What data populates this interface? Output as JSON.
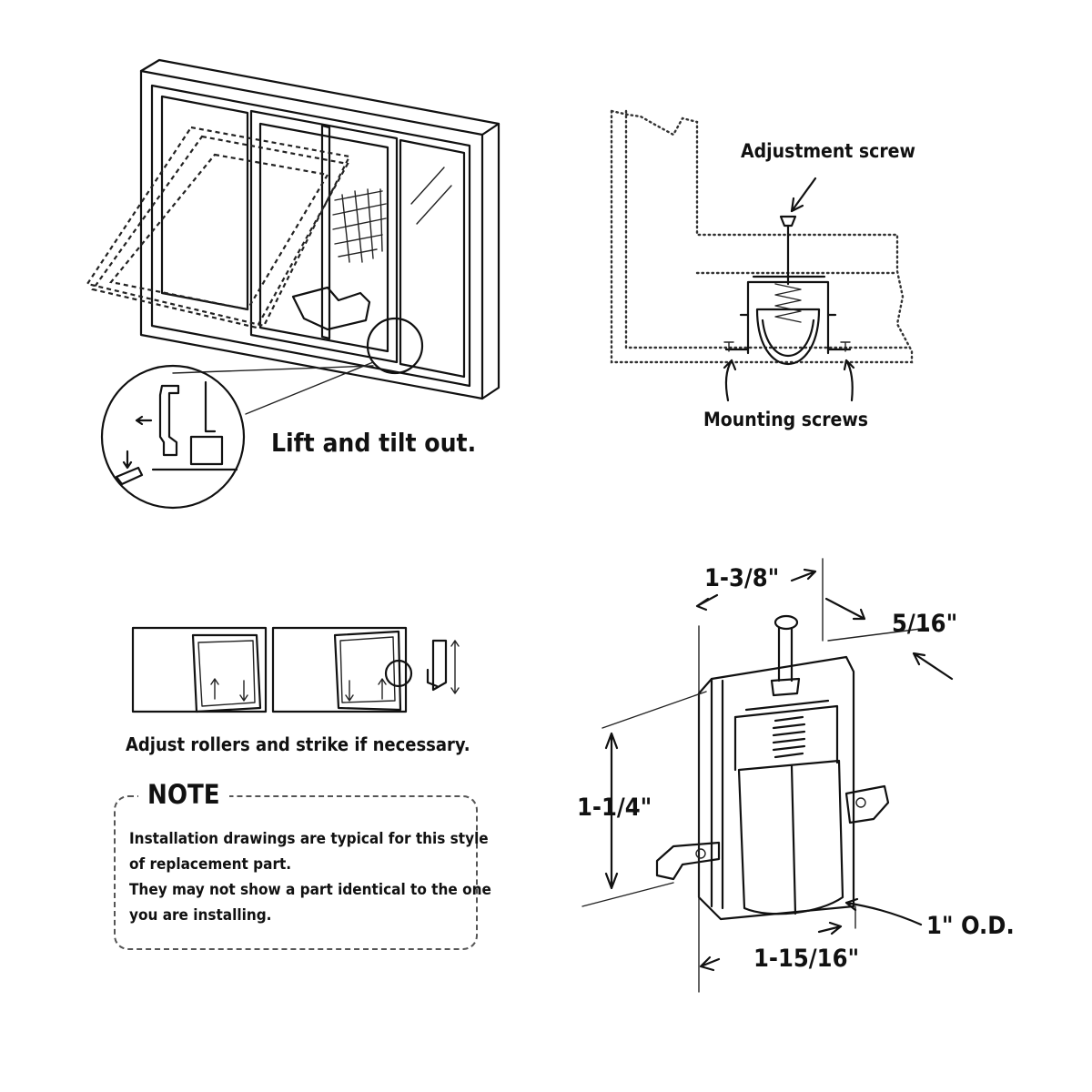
{
  "panels": {
    "window": {
      "caption": "Lift and tilt out."
    },
    "roller_install": {
      "adjustment_label": "Adjustment screw",
      "mounting_label": "Mounting screws"
    },
    "adjust": {
      "caption": "Adjust rollers and strike if necessary."
    },
    "note": {
      "title": "NOTE",
      "line1": "Installation drawings are typical for this style",
      "line2": "of replacement part.",
      "line3": "They may not show a part identical to the one",
      "line4": "you are installing."
    },
    "dimensions": {
      "top_width": "1-3/8\"",
      "depth": "5/16\"",
      "height": "1-1/4\"",
      "bottom_width": "1-15/16\"",
      "wheel_od": "1\" O.D."
    }
  }
}
